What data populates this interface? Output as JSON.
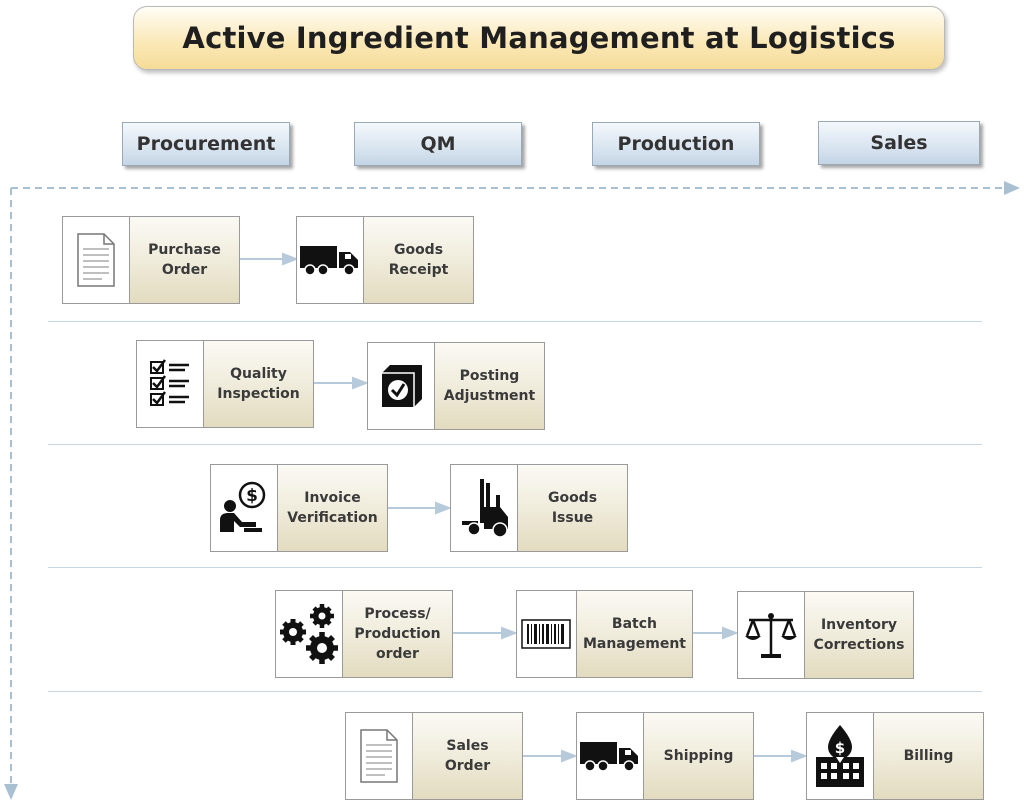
{
  "title": "Active Ingredient Management at Logistics",
  "columns": [
    "Procurement",
    "QM",
    "Production",
    "Sales"
  ],
  "steps": {
    "purchase_order": "Purchase\nOrder",
    "goods_receipt": "Goods\nReceipt",
    "quality_inspection": "Quality\nInspection",
    "posting_adjustment": "Posting\nAdjustment",
    "invoice_verification": "Invoice\nVerification",
    "goods_issue": "Goods\nIssue",
    "process_production_order": "Process/\nProduction\norder",
    "batch_management": "Batch\nManagement",
    "inventory_corrections": "Inventory\nCorrections",
    "sales_order": "Sales\nOrder",
    "shipping": "Shipping",
    "billing": "Billing"
  },
  "icons": {
    "purchase_order": "document-icon",
    "goods_receipt": "truck-icon",
    "quality_inspection": "checklist-icon",
    "posting_adjustment": "box-check-icon",
    "invoice_verification": "person-dollar-icon",
    "goods_issue": "forklift-icon",
    "process_production_order": "gears-icon",
    "batch_management": "barcode-icon",
    "inventory_corrections": "scales-icon",
    "sales_order": "document-icon",
    "shipping": "truck-icon",
    "billing": "building-dollar-icon"
  },
  "colors": {
    "header_fill": "#dbe6f1",
    "title_fill": "#fbe9b9",
    "label_fill": "#f0ecdc",
    "connector": "#b7cadb",
    "axis": "#a9bfd2"
  }
}
